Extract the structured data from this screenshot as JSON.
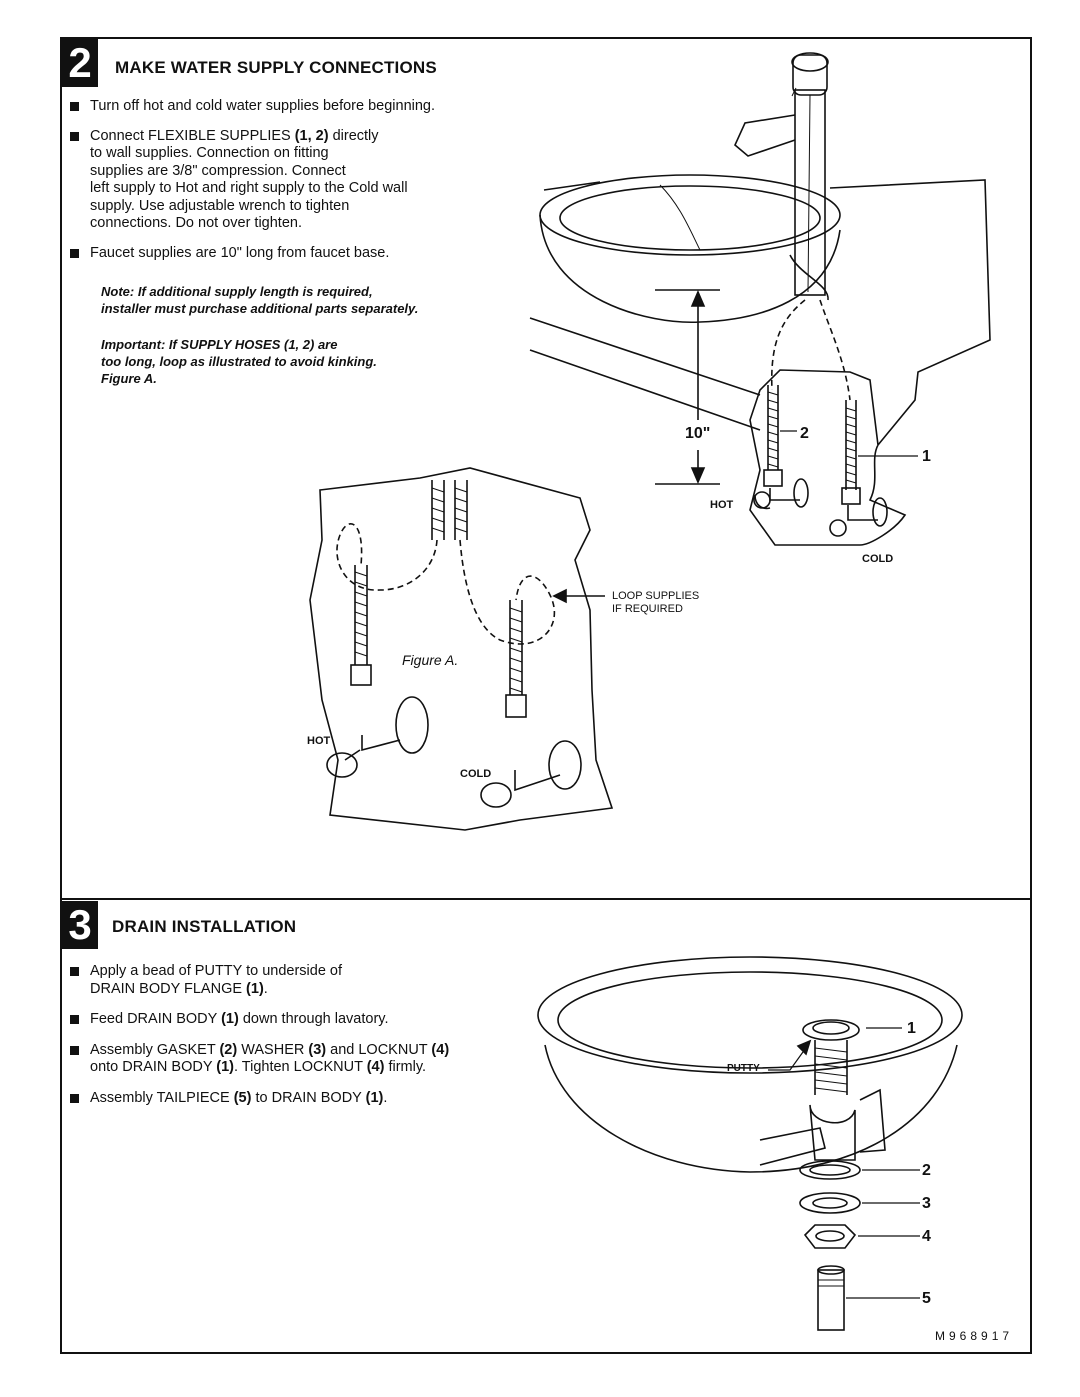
{
  "step2": {
    "number": "2",
    "title": "MAKE WATER SUPPLY CONNECTIONS",
    "bullets": {
      "b1": "Turn off hot and cold water supplies before beginning.",
      "b2_pre": "Connect FLEXIBLE SUPPLIES ",
      "b2_ref": "(1, 2)",
      "b2_l1_post": " directly",
      "b2_l2": "to wall supplies. Connection on fitting",
      "b2_l3": "supplies are 3/8\" compression. Connect",
      "b2_l4": "left supply to Hot and right supply to the Cold wall",
      "b2_l5": "supply. Use adjustable wrench to  tighten",
      "b2_l6": "connections. Do not over tighten.",
      "b3": "Faucet supplies are 10\" long from faucet base."
    },
    "note1": "Note: If additional supply length is required,",
    "note2": "installer must purchase additional parts separately.",
    "important1": "Important: If SUPPLY HOSES (1, 2) are",
    "important2": "too long, loop as illustrated to avoid kinking.",
    "important3": "Figure A.",
    "diagram": {
      "dimension": "10\"",
      "callout_2": "2",
      "callout_1": "1",
      "hot": "HOT",
      "cold": "COLD"
    },
    "figure_a": {
      "caption": "Figure A.",
      "loop_line1": "LOOP SUPPLIES",
      "loop_line2": "IF REQUIRED",
      "hot": "HOT",
      "cold": "COLD"
    }
  },
  "step3": {
    "number": "3",
    "title": "DRAIN INSTALLATION",
    "b1_l1": "Apply a bead of PUTTY to underside of",
    "b1_l2_pre": "DRAIN BODY FLANGE ",
    "b1_l2_ref": "(1)",
    "b1_l2_post": ".",
    "b2_pre": "Feed DRAIN BODY ",
    "b2_ref": "(1)",
    "b2_post": " down through lavatory.",
    "b3_l1_a": "Assembly GASKET ",
    "b3_l1_r1": "(2)",
    "b3_l1_b": " WASHER ",
    "b3_l1_r2": "(3)",
    "b3_l1_c": " and LOCKNUT ",
    "b3_l1_r3": "(4)",
    "b3_l2_a": "onto DRAIN BODY ",
    "b3_l2_r1": "(1)",
    "b3_l2_b": ". Tighten LOCKNUT ",
    "b3_l2_r2": "(4)",
    "b3_l2_c": " firmly.",
    "b4_pre": "Assembly TAILPIECE ",
    "b4_ref": "(5)",
    "b4_mid": " to DRAIN BODY ",
    "b4_ref2": "(1)",
    "b4_post": ".",
    "diagram": {
      "putty": "PUTTY",
      "c1": "1",
      "c2": "2",
      "c3": "3",
      "c4": "4",
      "c5": "5"
    }
  },
  "model_number": "M968917"
}
